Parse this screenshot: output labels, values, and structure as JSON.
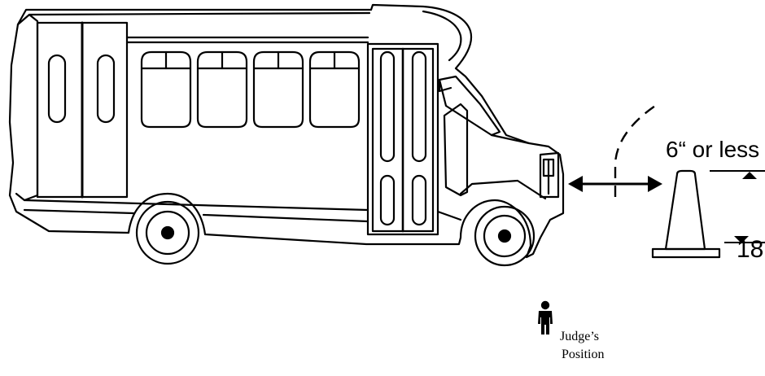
{
  "labels": {
    "gap": "6“ or less",
    "distance": "18'",
    "judge_line1": "Judge’s",
    "judge_line2": "Position"
  }
}
